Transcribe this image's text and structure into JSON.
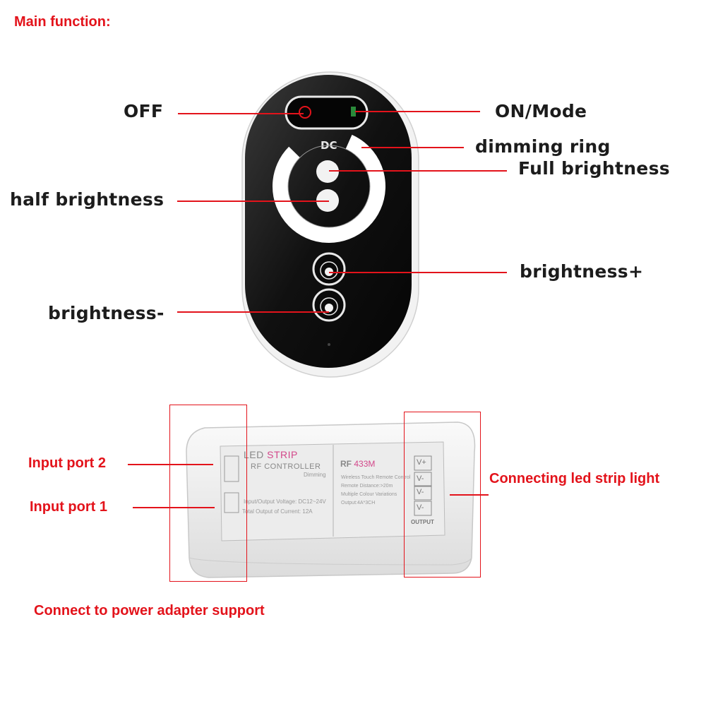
{
  "header": {
    "title": "Main function:"
  },
  "remote": {
    "logo_text": "DC",
    "labels": {
      "off": "OFF",
      "on_mode": "ON/Mode",
      "dimming_ring": "dimming ring",
      "full_brightness": "Full brightness",
      "half_brightness": "half brightness",
      "brightness_plus": "brightness+",
      "brightness_minus": "brightness-"
    }
  },
  "controller": {
    "label_led": "LED",
    "label_strip": "STRIP",
    "label_rf_controller": "RF CONTROLLER",
    "label_dimming": "Dimming",
    "label_rf": "RF",
    "label_433m": "433M",
    "spec_lines": [
      "Wireless Touch Remote Control",
      "Remote Distance:>20m",
      "Multiple Colour Variations",
      "Output:4A*3CH"
    ],
    "voltage_line_1": "Input/Output Voltage: DC12~24V",
    "voltage_line_2": "Total Output of Current: 12A",
    "output_terminals": [
      "V+",
      "V-",
      "V-",
      "V-"
    ],
    "output_label": "OUTPUT",
    "labels": {
      "input_port_2": "Input port 2",
      "input_port_1": "Input port 1",
      "connecting_led": "Connecting led strip light",
      "power_adapter": "Connect to power adapter support"
    }
  },
  "colors": {
    "accent_red": "#e3131b",
    "label_dark": "#1c1c1c",
    "remote_body": "#0e0e0e"
  }
}
